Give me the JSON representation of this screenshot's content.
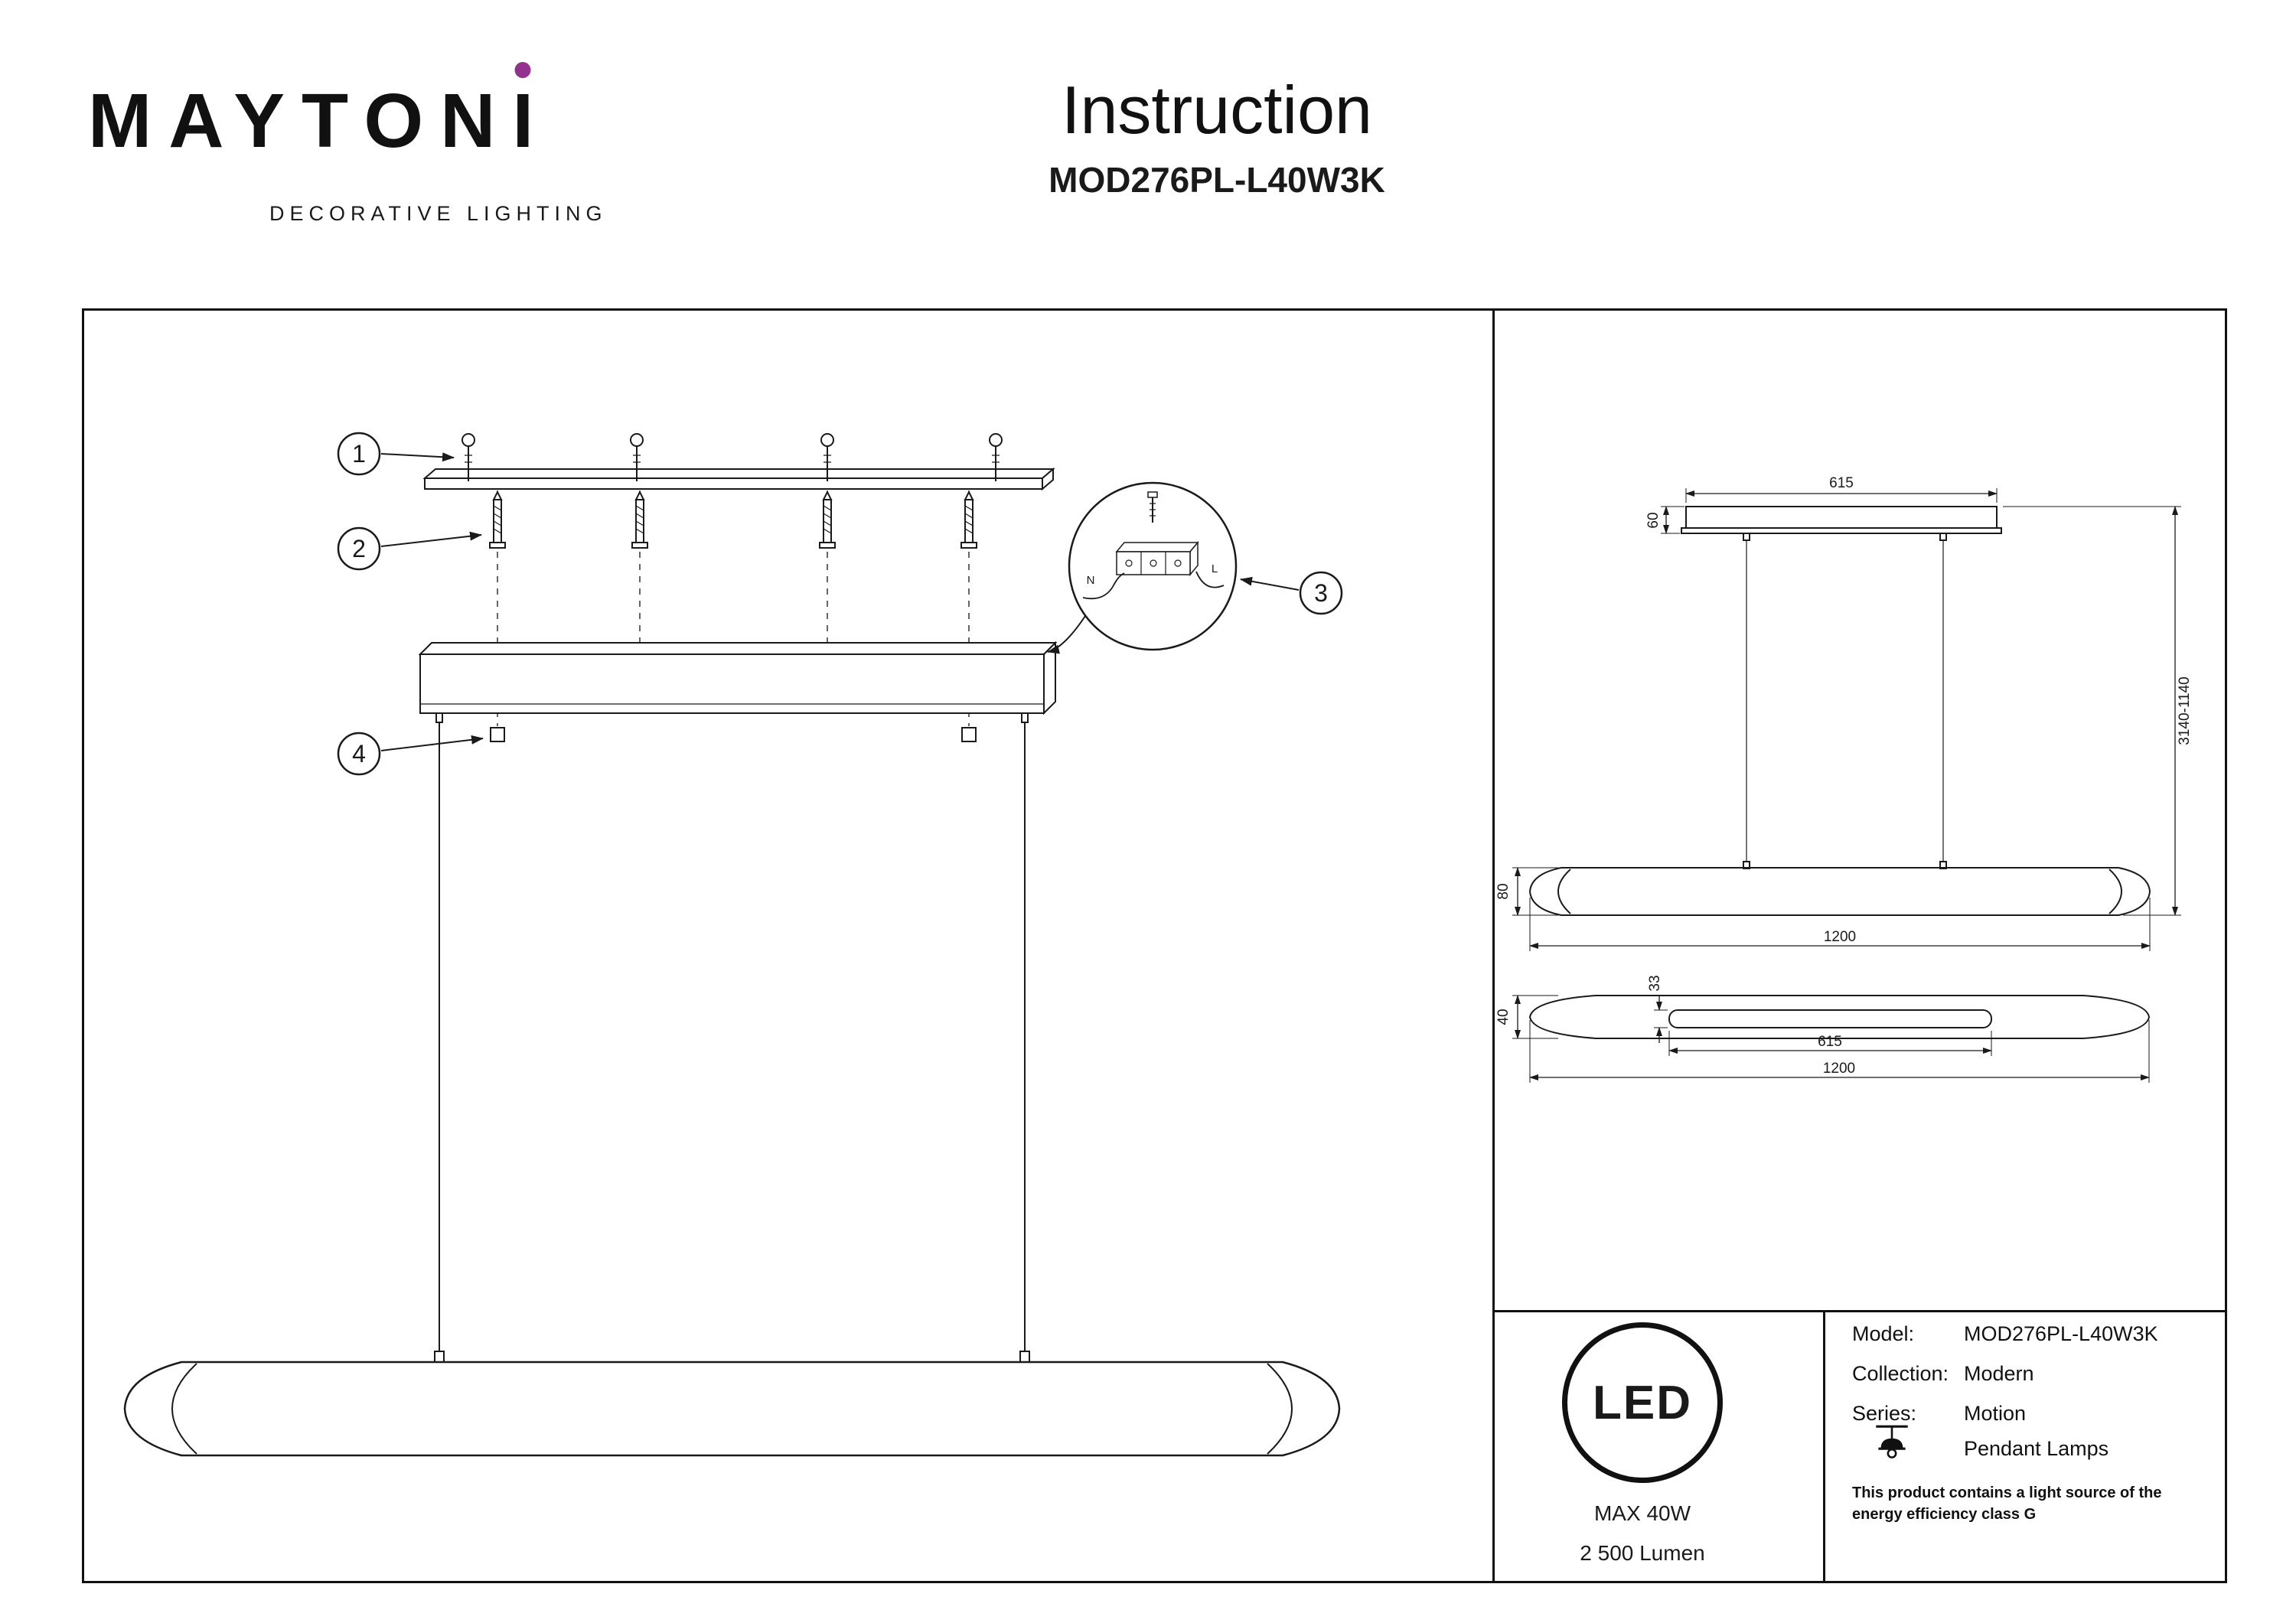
{
  "header": {
    "brand_main": "MAYTON",
    "brand_i": "I",
    "brand_sub": "DECORATIVE LIGHTING",
    "title": "Instruction",
    "model": "MOD276PL-L40W3K"
  },
  "assembly": {
    "callout_1": "1",
    "callout_2": "2",
    "callout_3": "3",
    "callout_4": "4",
    "wire_n": "N",
    "wire_l": "L"
  },
  "dimensions": {
    "canopy_width": "615",
    "canopy_height": "60",
    "suspension_height": "3140-1140",
    "lamp_profile_height": "80",
    "lamp_length_front": "1200",
    "lamp_depth": "40",
    "inner_depth": "33",
    "inner_length": "615",
    "lamp_length_top": "1200"
  },
  "specs": {
    "led": "LED",
    "max_power": "MAX 40W",
    "lumen": "2 500 Lumen"
  },
  "info": {
    "model_label": "Model:",
    "model": "MOD276PL-L40W3K",
    "collection_label": "Collection:",
    "collection": "Modern",
    "series_label": "Series:",
    "series": "Motion",
    "series_type": "Pendant Lamps",
    "energy_line1": "This product contains a light source of the",
    "energy_line2": "energy efficiency class G"
  },
  "colors": {
    "accent_dot": "#93328E",
    "ink": "#1a1a1a"
  }
}
